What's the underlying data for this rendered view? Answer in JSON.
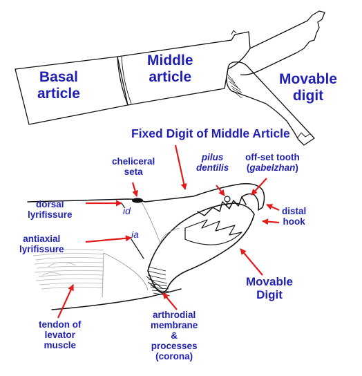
{
  "colors": {
    "text": "#1f1fb4",
    "arrow": "#e11a1a",
    "outline": "#111111",
    "thin": "#9a9a9a",
    "tendon": "#bdbdbd"
  },
  "top": {
    "basal": "Basal\narticle",
    "middle": "Middle\narticle",
    "movable": "Movable\ndigit"
  },
  "labels": {
    "fixed_digit": "Fixed Digit of Middle Article",
    "cheliceral_seta": "cheliceral\nseta",
    "pilus_dentilis": "pilus\ndentilis",
    "offset_tooth_line1": "off-set tooth",
    "offset_tooth_paren_open": "(",
    "offset_tooth_term": "gabelzhan",
    "offset_tooth_paren_close": ")",
    "dorsal_lyrifissure": "dorsal\nlyrifissure",
    "id": "id",
    "antiaxial_lyrifissure": "antiaxial\nlyrifissure",
    "ia": "ia",
    "distal_hook": "distal\nhook",
    "movable_digit": "Movable\nDigit",
    "tendon": "tendon of\nlevator\nmuscle",
    "arthrodial": "arthrodial\nmembrane\n&\nprocesses\n(corona)"
  }
}
